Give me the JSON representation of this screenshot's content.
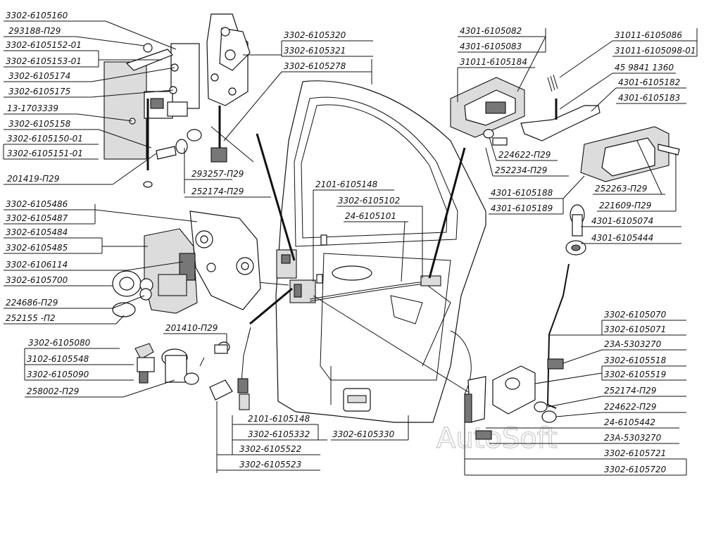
{
  "watermark": "AutoSoft",
  "labels": [
    {
      "id": "l1",
      "text": "3302-6105160"
    },
    {
      "id": "l2",
      "text": "293188-П29"
    },
    {
      "id": "l3",
      "text": "3302-6105152-01"
    },
    {
      "id": "l4",
      "text": "3302-6105153-01"
    },
    {
      "id": "l5",
      "text": "3302-6105174"
    },
    {
      "id": "l6",
      "text": "3302-6105175"
    },
    {
      "id": "l7",
      "text": "13-1703339"
    },
    {
      "id": "l8",
      "text": "3302-6105158"
    },
    {
      "id": "l9",
      "text": "3302-6105150-01"
    },
    {
      "id": "l10",
      "text": "3302-6105151-01"
    },
    {
      "id": "l11",
      "text": "201419-П29"
    },
    {
      "id": "l12",
      "text": "293257-П29"
    },
    {
      "id": "l13",
      "text": "252174-П29"
    },
    {
      "id": "l14",
      "text": "3302-6105320"
    },
    {
      "id": "l15",
      "text": "3302-6105321"
    },
    {
      "id": "l16",
      "text": "3302-6105278"
    },
    {
      "id": "l17",
      "text": "4301-6105082"
    },
    {
      "id": "l18",
      "text": "4301-6105083"
    },
    {
      "id": "l19",
      "text": "31011-6105184"
    },
    {
      "id": "l20",
      "text": "31011-6105086"
    },
    {
      "id": "l21",
      "text": "31011-6105098-01"
    },
    {
      "id": "l22",
      "text": "45 9841 1360"
    },
    {
      "id": "l23",
      "text": "4301-6105182"
    },
    {
      "id": "l24",
      "text": "4301-6105183"
    },
    {
      "id": "l25",
      "text": "224622-П29"
    },
    {
      "id": "l26",
      "text": "252234-П29"
    },
    {
      "id": "l27",
      "text": "252263-П29"
    },
    {
      "id": "l28",
      "text": "4301-6105188"
    },
    {
      "id": "l29",
      "text": "221609-П29"
    },
    {
      "id": "l30",
      "text": "4301-6105189"
    },
    {
      "id": "l31",
      "text": "4301-6105074"
    },
    {
      "id": "l32",
      "text": "4301-6105444"
    },
    {
      "id": "l33",
      "text": "2101-6105148"
    },
    {
      "id": "l34",
      "text": "3302-6105102"
    },
    {
      "id": "l35",
      "text": "24-6105101"
    },
    {
      "id": "l36",
      "text": "3302-6105486"
    },
    {
      "id": "l37",
      "text": "3302-6105487"
    },
    {
      "id": "l38",
      "text": "3302-6105484"
    },
    {
      "id": "l39",
      "text": "3302-6105485"
    },
    {
      "id": "l40",
      "text": "3302-6106114"
    },
    {
      "id": "l41",
      "text": "3302-6105700"
    },
    {
      "id": "l42",
      "text": "224686-П29"
    },
    {
      "id": "l43",
      "text": "252155 -П2"
    },
    {
      "id": "l44",
      "text": "201410-П29"
    },
    {
      "id": "l45",
      "text": "3302-6105080"
    },
    {
      "id": "l46",
      "text": "3102-6105548"
    },
    {
      "id": "l47",
      "text": "3302-6105090"
    },
    {
      "id": "l48",
      "text": "258002-П29"
    },
    {
      "id": "l49",
      "text": "2101-6105148"
    },
    {
      "id": "l50",
      "text": "3302-6105332"
    },
    {
      "id": "l51",
      "text": "3302-6105330"
    },
    {
      "id": "l52",
      "text": "3302-6105522"
    },
    {
      "id": "l53",
      "text": "3302-6105523"
    },
    {
      "id": "l54",
      "text": "3302-6105070"
    },
    {
      "id": "l55",
      "text": "3302-6105071"
    },
    {
      "id": "l56",
      "text": "23А-5303270"
    },
    {
      "id": "l57",
      "text": "3302-6105518"
    },
    {
      "id": "l58",
      "text": "3302-6105519"
    },
    {
      "id": "l59",
      "text": "252174-П29"
    },
    {
      "id": "l60",
      "text": "224622-П29"
    },
    {
      "id": "l61",
      "text": "24-6105442"
    },
    {
      "id": "l62",
      "text": "23А-5303270"
    },
    {
      "id": "l63",
      "text": "3302-6105721"
    },
    {
      "id": "l64",
      "text": "3302-6105720"
    }
  ]
}
